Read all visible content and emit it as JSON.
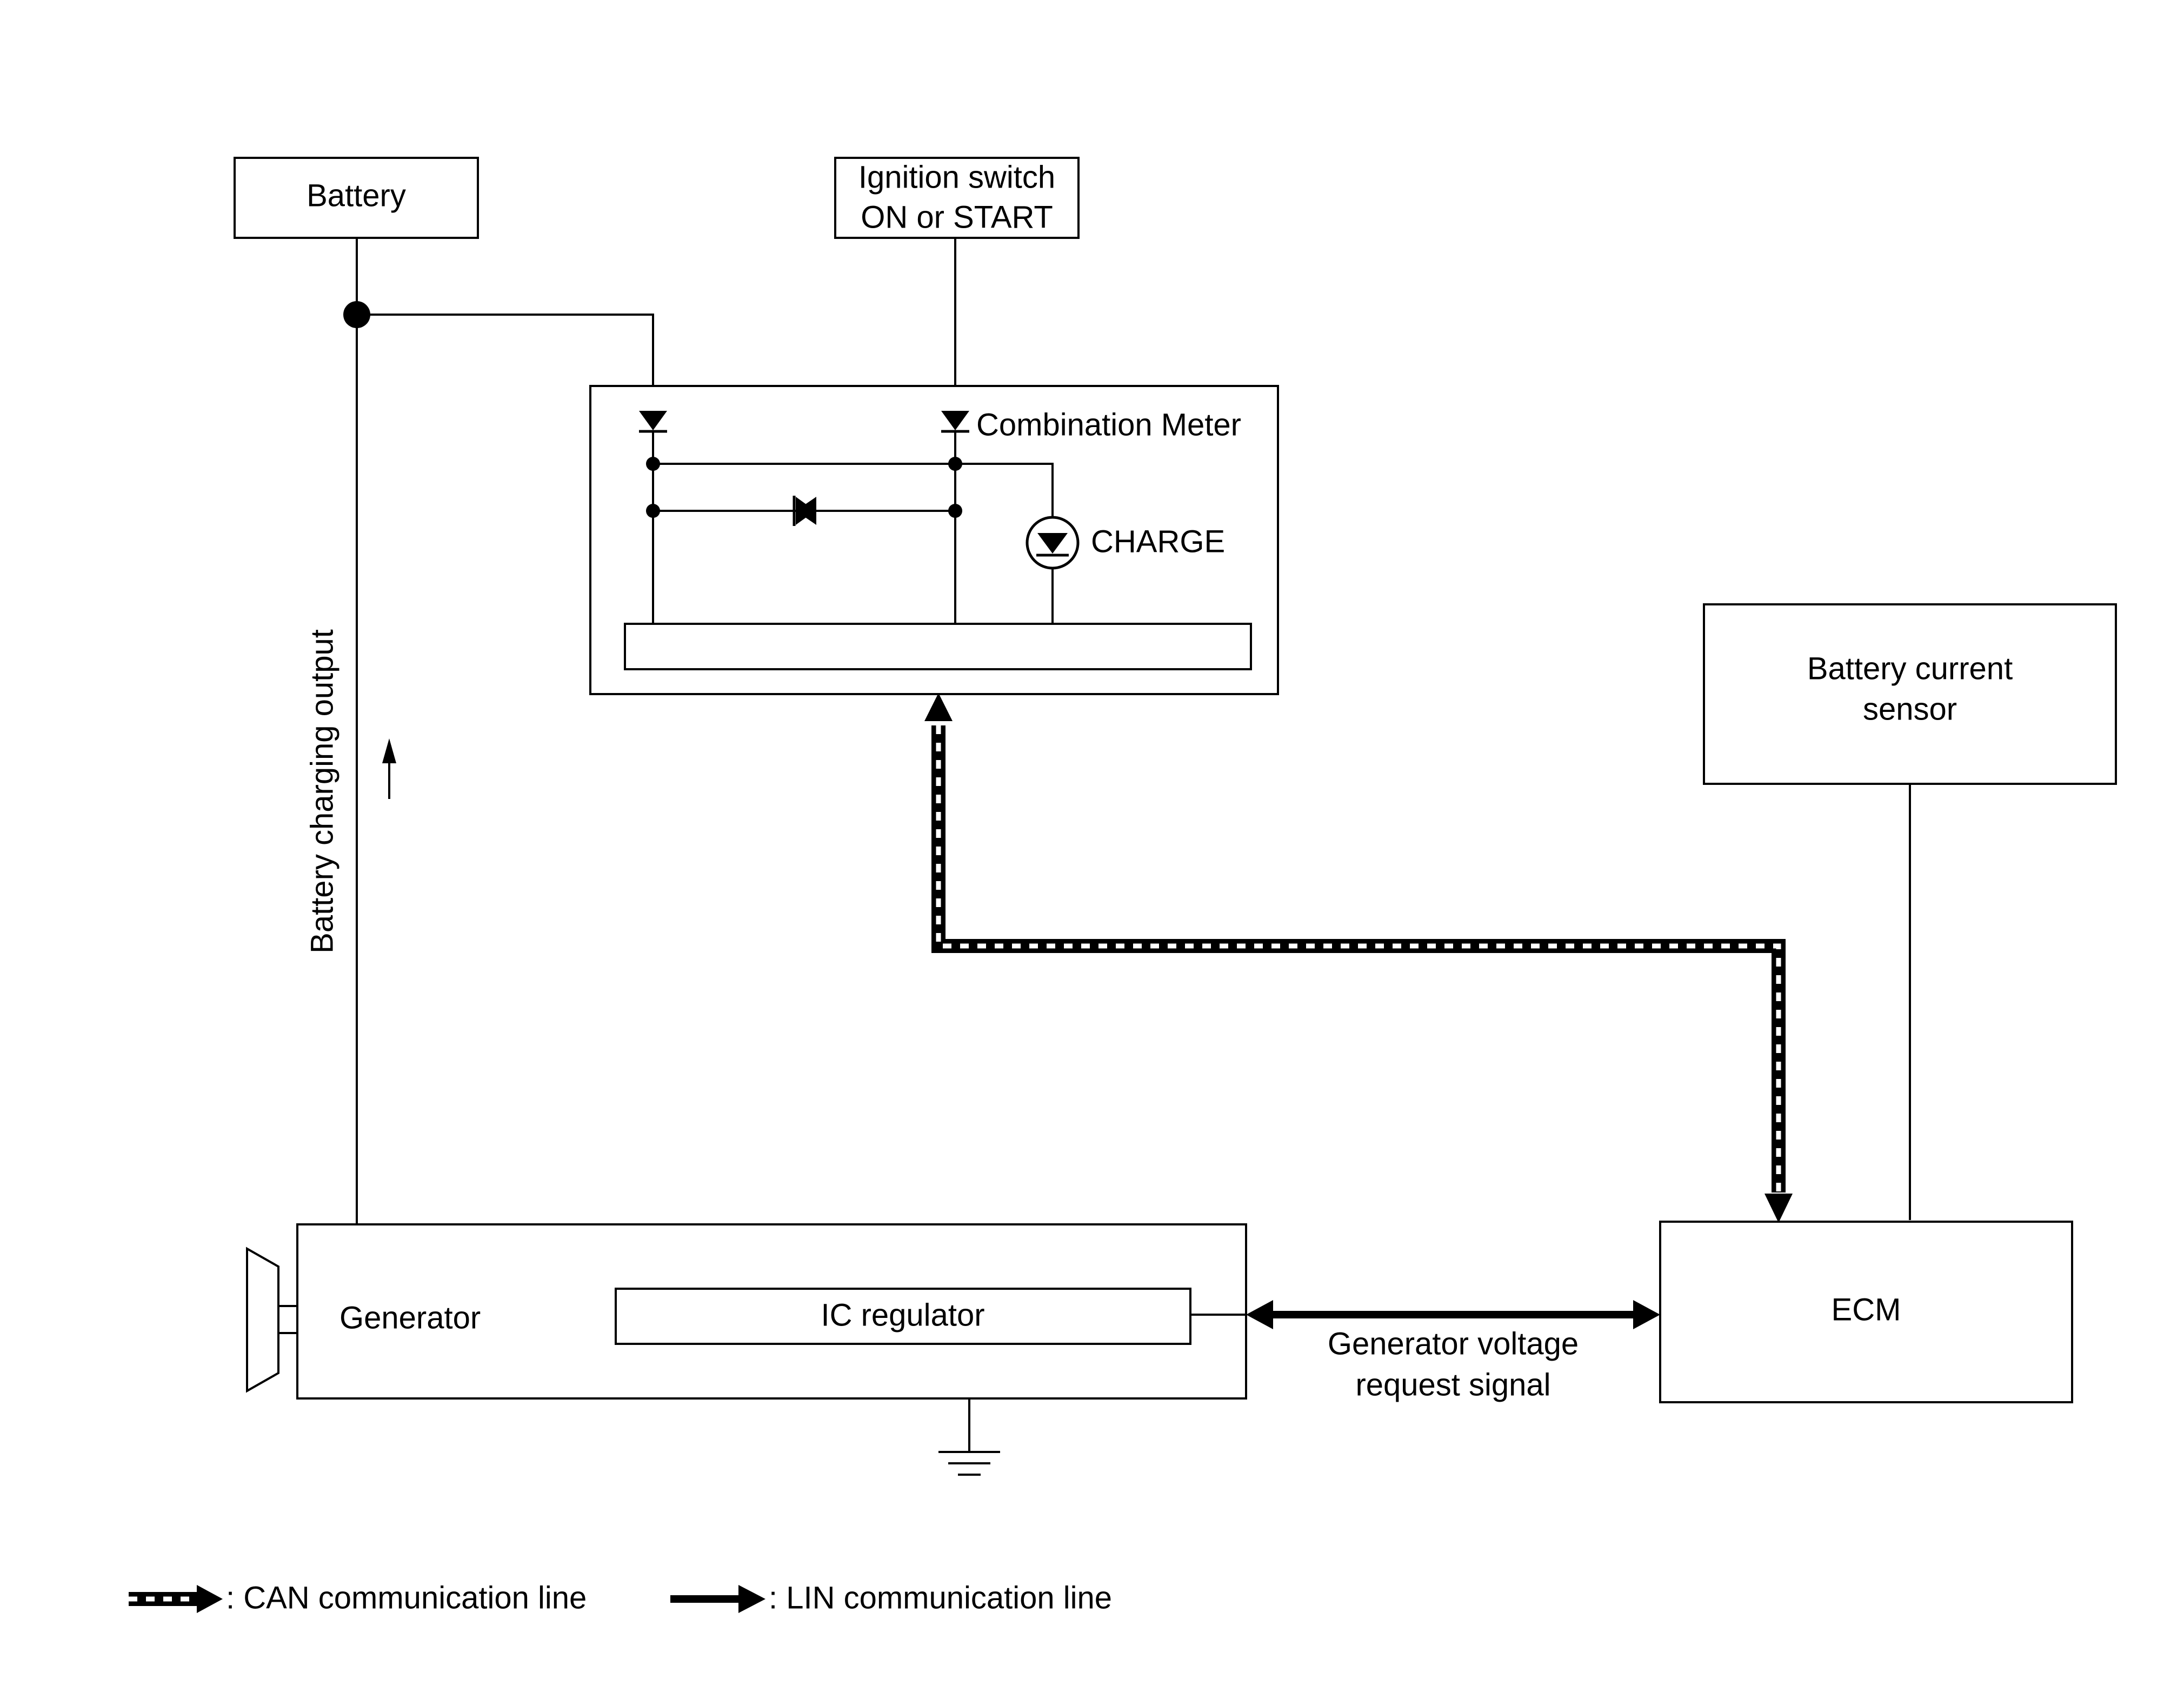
{
  "labels": {
    "battery": "Battery",
    "ignition_line1": "Ignition switch",
    "ignition_line2": "ON or START",
    "combination_meter": "Combination Meter",
    "charge": "CHARGE",
    "battery_current_sensor_line1": "Battery current",
    "battery_current_sensor_line2": "sensor",
    "battery_charging_output": "Battery charging output",
    "generator": "Generator",
    "ic_regulator": "IC regulator",
    "ecm": "ECM",
    "gen_signal_line1": "Generator voltage",
    "gen_signal_line2": "request signal"
  },
  "legend": {
    "can": ": CAN communication line",
    "lin": ": LIN communication line"
  },
  "icons": {
    "diode": "diode-icon",
    "lamp": "charge-lamp-icon",
    "ground": "ground-icon",
    "pulley": "pulley-icon",
    "junction": "junction-dot-icon"
  }
}
